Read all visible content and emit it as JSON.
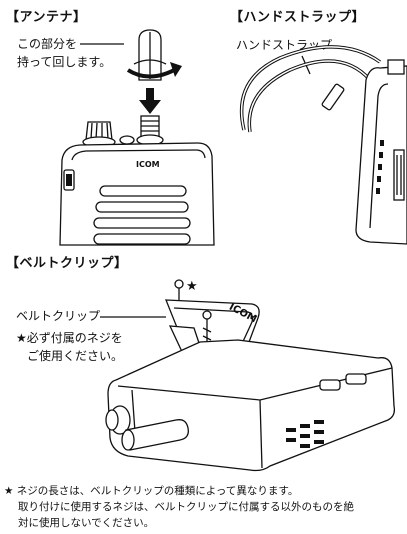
{
  "sections": {
    "antenna": {
      "title": "【アンテナ】",
      "callout_line1": "この部分を",
      "callout_line2": "持って回します。"
    },
    "hand_strap": {
      "title": "【ハンドストラップ】",
      "callout": "ハンドストラップ"
    },
    "belt_clip": {
      "title": "【ベルトクリップ】",
      "star_mark": "★",
      "callout_clip": "ベルトクリップ",
      "callout_screw_line1": "★必ず付属のネジを",
      "callout_screw_line2": "ご使用ください。"
    }
  },
  "device": {
    "brand_front": "ICOM",
    "brand_clip": "ICOM"
  },
  "footnote": {
    "line1": "★ ネジの長さは、ベルトクリップの種類によって異なります。",
    "line2": "取り付けに使用するネジは、ベルトクリップに付属する以外のものを絶",
    "line3": "対に使用しないでください。"
  }
}
